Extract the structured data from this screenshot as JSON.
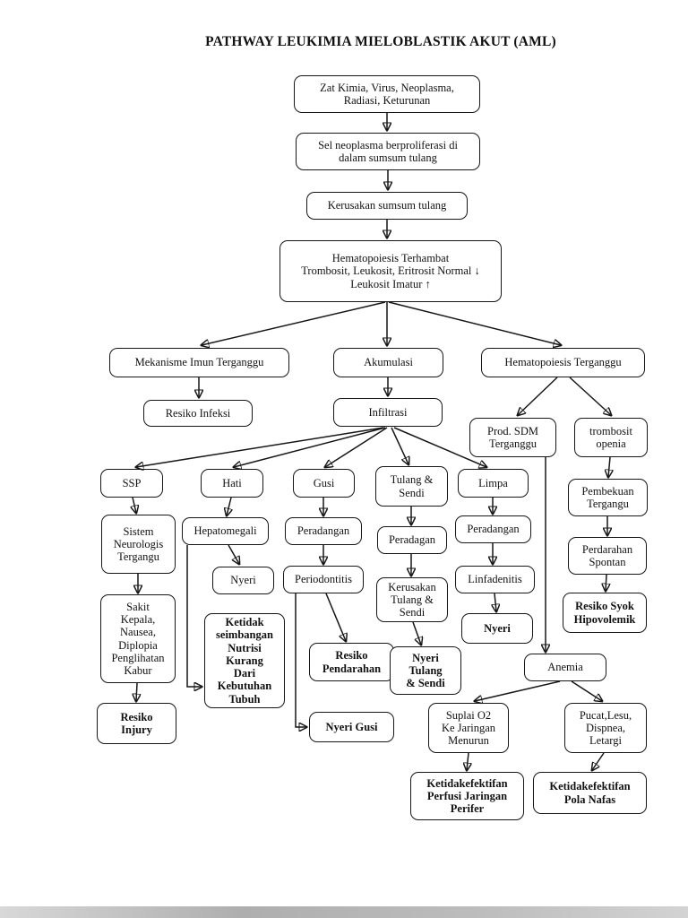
{
  "title": "PATHWAY LEUKIMIA MIELOBLASTIK AKUT (AML)",
  "nodes": {
    "etiologi": "Zat Kimia, Virus, Neoplasma,\nRadiasi, Keturunan",
    "proliferasi": "Sel neoplasma berproliferasi di\ndalam sumsum tulang",
    "kerusakan_sumsum": "Kerusakan sumsum tulang",
    "hematopoiesis_terhambat": "Hematopoiesis Terhambat\nTrombosit, Leukosit, Eritrosit Normal ↓\nLeukosit Imatur ↑",
    "mekanisme_imun": "Mekanisme Imun Terganggu",
    "akumulasi": "Akumulasi",
    "hematopoiesis_terganggu": "Hematopoiesis Terganggu",
    "resiko_infeksi": "Resiko Infeksi",
    "infiltrasi": "Infiltrasi",
    "prod_sdm": "Prod. SDM\nTerganggu",
    "trombositopenia": "trombosit\nopenia",
    "ssp": "SSP",
    "hati": "Hati",
    "gusi": "Gusi",
    "tulang_sendi": "Tulang &\nSendi",
    "limpa": "Limpa",
    "pembekuan": "Pembekuan\nTergangu",
    "sistem_neurologis": "Sistem\nNeurologis\nTergangu",
    "hepatomegali": "Hepatomegali",
    "peradangan_gusi": "Peradangan",
    "peradagan_tulang": "Peradagan",
    "peradangan_limpa": "Peradangan",
    "perdarahan_spontan": "Perdarahan\nSpontan",
    "nyeri_hati": "Nyeri",
    "periodontitis": "Periodontitis",
    "kerusakan_tulang_sendi": "Kerusakan\nTulang &\nSendi",
    "linfadenitis": "Linfadenitis",
    "resiko_syok": "Resiko Syok\nHipovolemik",
    "sakit_kepala": "Sakit\nKepala,\nNausea,\nDiplopia\nPenglihatan\nKabur",
    "ketidakseimbangan_nutrisi": "Ketidak\nseimbangan\nNutrisi\nKurang\nDari\nKebutuhan\nTubuh",
    "resiko_pendarahan": "Resiko\nPendarahan",
    "nyeri_tulang_sendi": "Nyeri\nTulang\n& Sendi",
    "nyeri_limpa": "Nyeri",
    "anemia": "Anemia",
    "resiko_injury": "Resiko\nInjury",
    "nyeri_gusi": "Nyeri Gusi",
    "suplai_o2": "Suplai O2\nKe Jaringan\nMenurun",
    "pucat_lesu": "Pucat,Lesu,\nDispnea,\nLetargi",
    "ketidakefektifan_perfusi": "Ketidakefektifan\nPerfusi Jaringan\nPerifer",
    "ketidakefektifan_pola_nafas": "Ketidakefektifan\nPola Nafas"
  }
}
